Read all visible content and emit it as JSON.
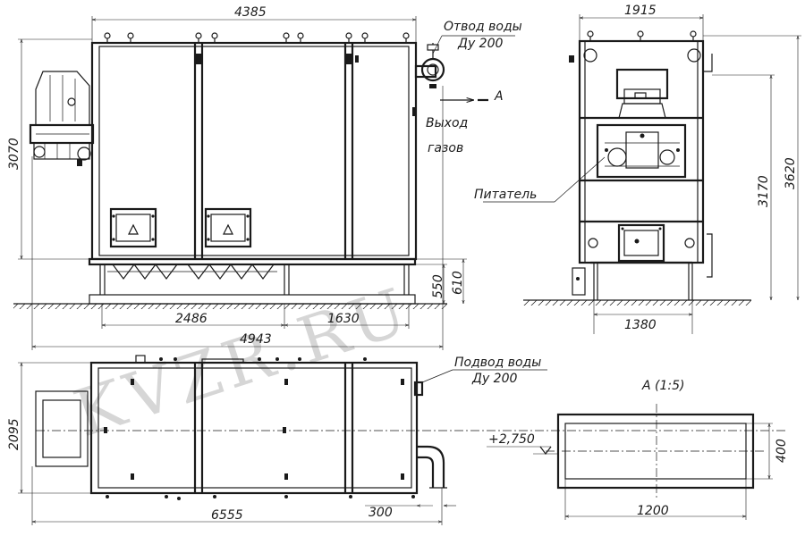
{
  "watermark": "KVZR.RU",
  "front_view": {
    "dims": {
      "total_width_top": "4385",
      "height_left": "3070",
      "part_left": "2486",
      "part_right": "1630",
      "total_bottom": "4943",
      "h_550": "550",
      "h_610": "610"
    },
    "labels": {
      "water_outlet_1": "Отвод воды",
      "water_outlet_2": "Ду 200",
      "gas_outlet_1": "Выход",
      "gas_outlet_2": "газов",
      "view_a": "A"
    }
  },
  "side_view": {
    "dims": {
      "top_width": "1915",
      "height_3620": "3620",
      "height_3170": "3170",
      "bottom_width": "1380"
    },
    "labels": {
      "feeder": "Питатель"
    }
  },
  "plan_view": {
    "dims": {
      "total_length": "6555",
      "depth": "2095",
      "offset_300": "300"
    },
    "labels": {
      "water_inlet_1": "Подвод воды",
      "water_inlet_2": "Ду 200"
    }
  },
  "detail_a": {
    "title": "A (1:5)",
    "level": "+2,750",
    "width": "1200",
    "height": "400"
  }
}
